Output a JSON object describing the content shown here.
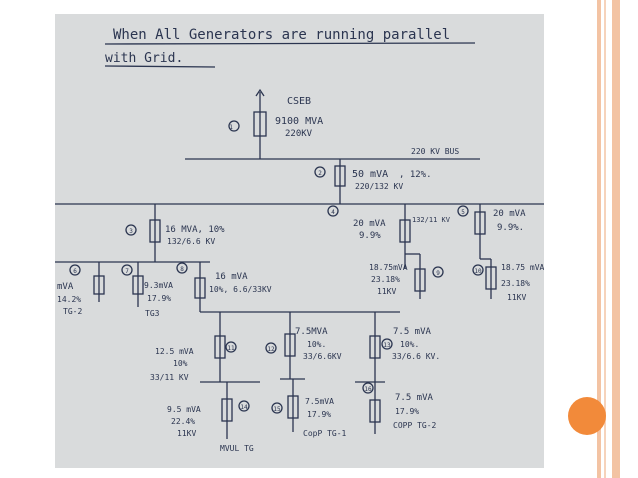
{
  "slide": {
    "accent_color": "#f28a3a",
    "bar_color": "#f3c3a3"
  },
  "diagram": {
    "title_line1": "When All Generators are running parallel",
    "title_line2": "with Grid.",
    "source": {
      "number": "1",
      "name": "CSEB",
      "rating": "9100 MVA",
      "voltage": "220KV"
    },
    "bus_220": "220 KV BUS",
    "tx2": {
      "number": "2",
      "mva": "50 mVA",
      "impedance": ", 12%.",
      "voltage": "220/132 KV"
    },
    "tx3": {
      "number": "3",
      "mva": "16 MVA, 10%",
      "voltage": "132/6.6 KV"
    },
    "tx4": {
      "number": "4",
      "mva": "20 mVA",
      "voltage": "132/11 KV",
      "impedance": "9.9%"
    },
    "tx5": {
      "number": "5",
      "mva": "20 mVA",
      "impedance": "9.9%."
    },
    "gen6": {
      "number": "6",
      "mva": "mVA",
      "impedance": "14.2%",
      "name": "TG-2"
    },
    "gen7": {
      "number": "7",
      "mva": "9.3mVA",
      "impedance": "17.9%",
      "name": "TG3"
    },
    "tx8": {
      "number": "8",
      "mva": "16 mVA",
      "impedance": "10%, 6.6/33KV"
    },
    "gen9": {
      "number": "9",
      "mva": "18.75mVA",
      "impedance": "23.18%",
      "voltage": "11KV"
    },
    "gen10": {
      "number": "10",
      "mva": "18.75 mVA",
      "impedance": "23.18%",
      "voltage": "11KV"
    },
    "tx11": {
      "number": "11",
      "mva": "12.5 mVA",
      "impedance": "10%",
      "voltage": "33/11 KV"
    },
    "tx12": {
      "number": "12",
      "mva": "7.5MVA",
      "impedance": "10%.",
      "voltage": "33/6.6KV"
    },
    "tx13": {
      "number": "13",
      "mva": "7.5 mVA",
      "impedance": "10%.",
      "voltage": "33/6.6 KV."
    },
    "gen14": {
      "number": "14",
      "mva": "9.5 mVA",
      "impedance": "22.4%",
      "voltage": "11KV",
      "name": "MVUL TG"
    },
    "gen15": {
      "number": "15",
      "mva": "7.5mVA",
      "impedance": "17.9%",
      "name": "CopP TG-1"
    },
    "gen16": {
      "number": "16",
      "mva": "7.5 mVA",
      "impedance": "17.9%",
      "name": "COPP TG-2"
    }
  }
}
